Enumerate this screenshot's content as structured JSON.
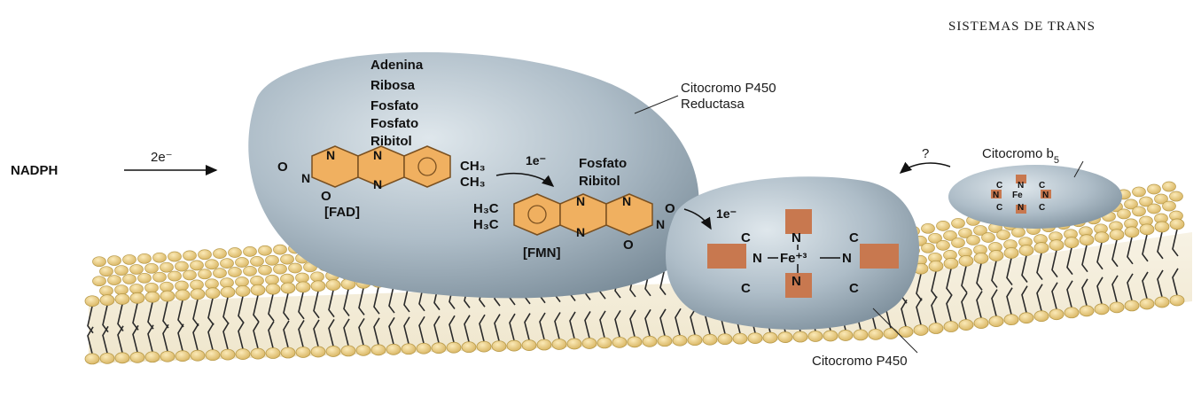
{
  "header": {
    "text": "SISTEMAS DE TRANS"
  },
  "labels": {
    "nadph": "NADPH",
    "two_e": "2e⁻",
    "one_e_a": "1e⁻",
    "one_e_b": "1e⁻",
    "reductasa_line1": "Citocromo P450",
    "reductasa_line2": "Reductasa",
    "p450": "Citocromo P450",
    "b5": "Citocromo b",
    "b5_sub": "5",
    "question": "?",
    "fad": "[FAD]",
    "fmn": "[FMN]"
  },
  "fad_chain": [
    "Adenina",
    "Ribosa",
    "Fosfato",
    "Fosfato",
    "Ribitol"
  ],
  "fmn_chain": [
    "Fosfato",
    "Ribitol"
  ],
  "fad_atoms": {
    "o_left": "O",
    "n_top1": "N",
    "n_top2": "N",
    "n_left": "N",
    "n_bot": "N",
    "o_bot": "O",
    "ch3_top": "CH₃",
    "ch3_bot": "CH₃"
  },
  "fmn_atoms": {
    "h3c_top": "H₃C",
    "h3c_bot": "H₃C",
    "n_top1": "N",
    "n_top2": "N",
    "n_right": "N",
    "n_bot": "N",
    "o_right": "O",
    "o_bot": "O"
  },
  "heme_atoms": {
    "c_tl": "C",
    "n_top": "N",
    "c_tr": "C",
    "n_left": "N",
    "fe": "Fe⁺³",
    "n_right": "N",
    "c_bl": "C",
    "n_bot": "N",
    "c_br": "C"
  },
  "b5_atoms": {
    "c1": "C",
    "n1": "N",
    "c2": "C",
    "n2": "N",
    "fe": "Fe",
    "n3": "N",
    "c3": "C",
    "n4": "N",
    "c4": "C"
  },
  "colors": {
    "lipid_head": "#e8c87a",
    "lipid_stroke": "#b89a4a",
    "tail": "#2a2a2a",
    "protein": "#aebdc8",
    "protein_dark": "#7f929f",
    "ring": "#f0b060",
    "heme_square": "#c8784f"
  }
}
